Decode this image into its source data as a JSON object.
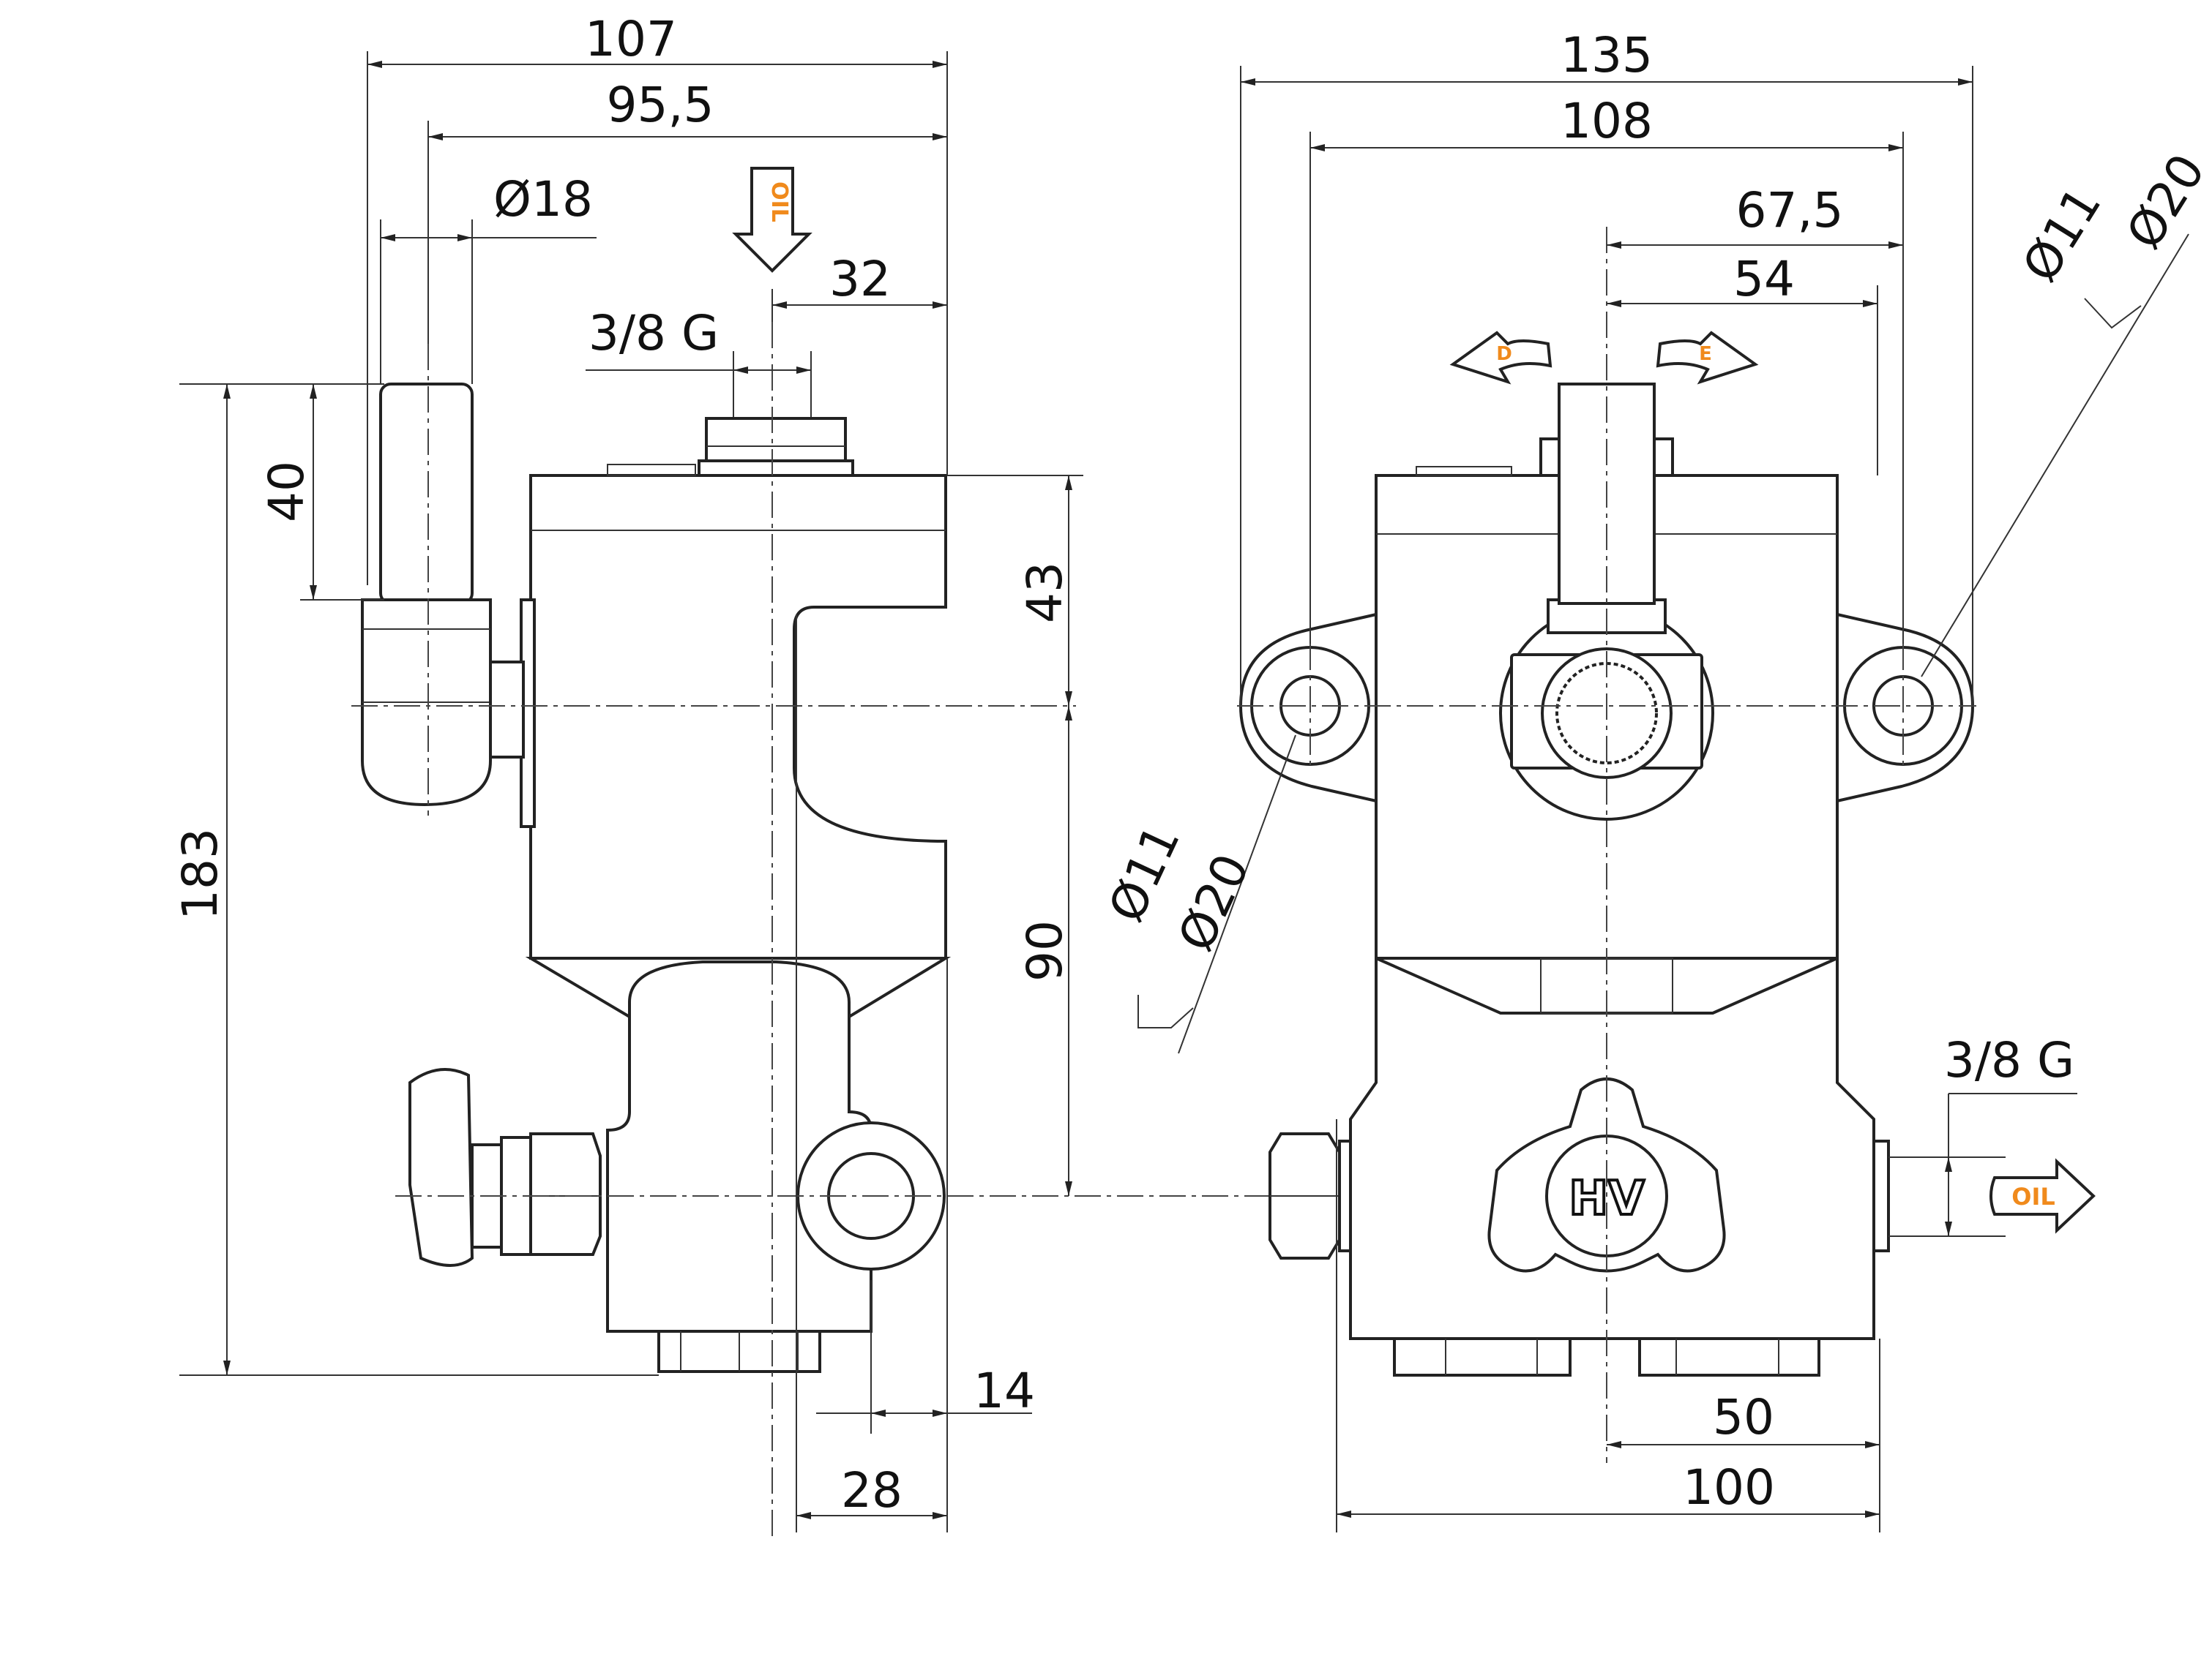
{
  "colors": {
    "line": "#222222",
    "accent": "#f08a1c",
    "background": "#ffffff"
  },
  "labels": {
    "oil": "OIL",
    "rotation_left": "D",
    "rotation_right": "E",
    "logo": "HV"
  },
  "side_view": {
    "dimensions": {
      "overall_width": "107",
      "lever_axis_width": "95,5",
      "lever_diameter": "Ø18",
      "oil_port_offset": "32",
      "oil_port_thread": "3/8 G",
      "lever_length": "40",
      "overall_height": "183",
      "upper_height": "43",
      "lower_height": "90",
      "small_offset": "14",
      "bottom_offset": "28"
    }
  },
  "front_view": {
    "dimensions": {
      "overall_width": "135",
      "mounting_hole_spacing": "108",
      "right_hole_offset": "67,5",
      "body_offset": "54",
      "hole_left_line1": "Ø11",
      "hole_left_line2": "Ø20",
      "hole_right_line1": "Ø11",
      "hole_right_line2": "Ø20",
      "outlet_thread": "3/8 G",
      "port_offset": "50",
      "base_width": "100"
    }
  }
}
